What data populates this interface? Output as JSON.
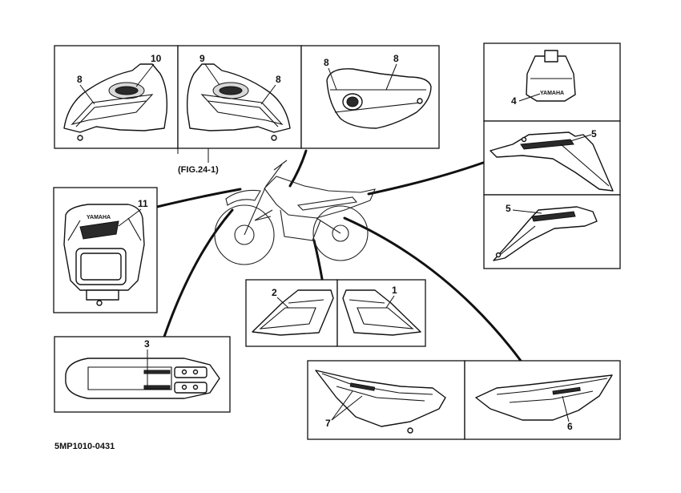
{
  "diagram": {
    "reference": "(FIG.24-1)",
    "code": "5MP1010-0431",
    "logo_text": "YAMAHA",
    "callouts": {
      "tank_left_stripe": "8",
      "tank_left_emblem": "10",
      "tank_right_emblem": "9",
      "tank_right_stripe": "8",
      "tank_top_left": "8",
      "tank_top_right": "8",
      "headlight_cowl": "11",
      "rear_flap": "4",
      "side_cover_right": "5",
      "side_cover_left": "5",
      "shroud_left": "2",
      "shroud_right": "1",
      "front_fender": "3",
      "seat_panel_left": "7",
      "seat_panel_right": "6"
    }
  }
}
